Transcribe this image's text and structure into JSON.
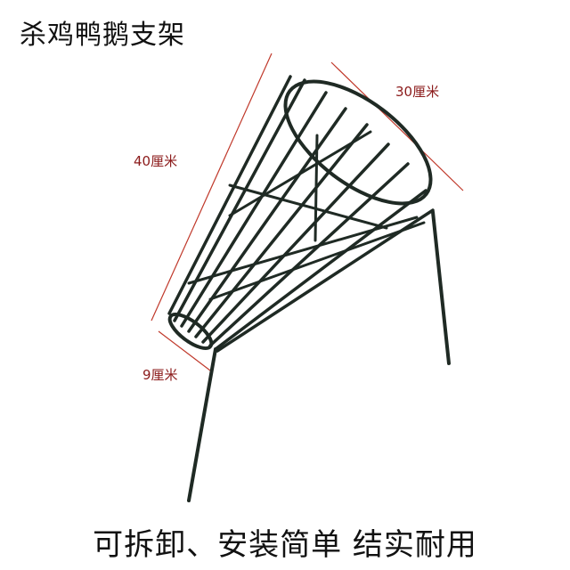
{
  "title": "杀鸡鸭鹅支架",
  "dimensions": {
    "top_diameter": "30厘米",
    "length": "40厘米",
    "bottom_diameter": "9厘米"
  },
  "footer": "可拆卸、安装简单 结实耐用",
  "colors": {
    "dimension_line": "#c0392b",
    "dimension_text": "#8b1a1a",
    "metal": "#1f2a24"
  }
}
